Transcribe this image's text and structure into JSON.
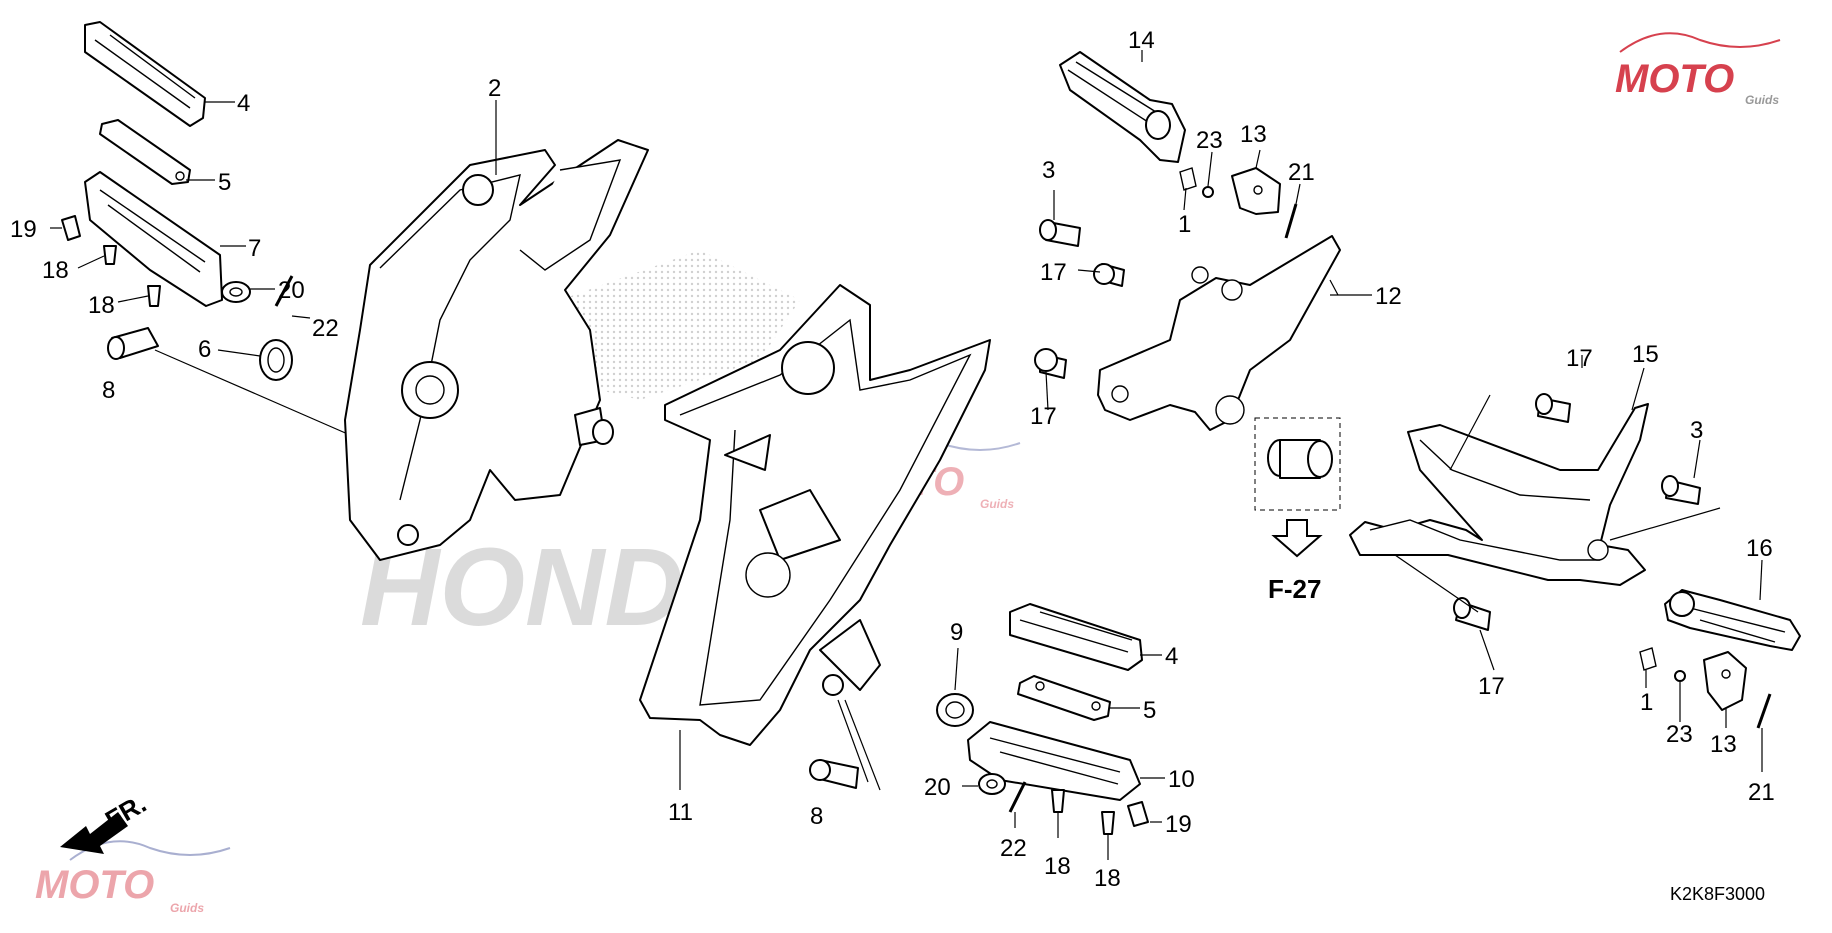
{
  "diagram_code": "K2K8F3000",
  "front_indicator": "FR.",
  "reference_label": "F-27",
  "watermark": {
    "brand": "MOTO",
    "sub": "Guids",
    "logo": "HONDA",
    "colors": {
      "moto": "#d02030",
      "accent": "#2a3a8c",
      "grey": "#b4b4b4"
    }
  },
  "callouts": {
    "c1a": "1",
    "c1b": "1",
    "c2": "2",
    "c3a": "3",
    "c3b": "3",
    "c4a": "4",
    "c4b": "4",
    "c5a": "5",
    "c5b": "5",
    "c6": "6",
    "c7": "7",
    "c8a": "8",
    "c8b": "8",
    "c9": "9",
    "c10": "10",
    "c11": "11",
    "c12": "12",
    "c13a": "13",
    "c13b": "13",
    "c14": "14",
    "c15": "15",
    "c16": "16",
    "c17a": "17",
    "c17b": "17",
    "c17c": "17",
    "c17d": "17",
    "c18a": "18",
    "c18b": "18",
    "c18c": "18",
    "c18d": "18",
    "c19a": "19",
    "c19b": "19",
    "c20a": "20",
    "c20b": "20",
    "c21a": "21",
    "c21b": "21",
    "c22a": "22",
    "c22b": "22",
    "c23a": "23",
    "c23b": "23"
  }
}
